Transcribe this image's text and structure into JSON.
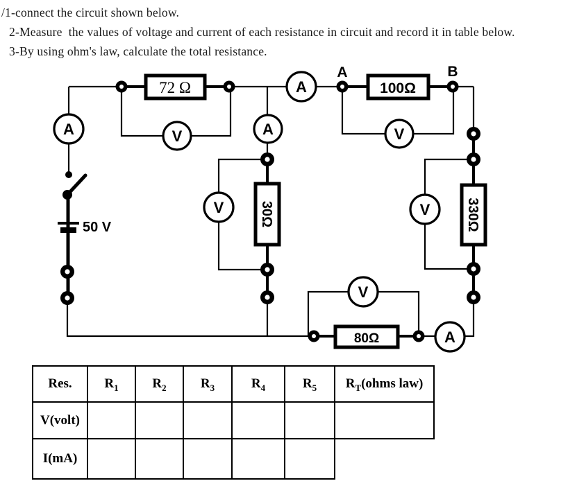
{
  "instructions": {
    "line1": "/1-connect the circuit shown below.",
    "line2": "2-Measure  the values of voltage and current of each resistance in circuit and record it in table below.",
    "line3": "3-By using ohm's law, calculate the total resistance."
  },
  "circuit": {
    "battery_label": "50 V",
    "node_labels": {
      "a": "A",
      "b": "B"
    },
    "meters": {
      "ammeter": "A",
      "voltmeter": "V"
    },
    "resistors": {
      "r1": "72 Ω",
      "r2": "100Ω",
      "r3": "30Ω",
      "r4": "330Ω",
      "r5": "80Ω"
    }
  },
  "table": {
    "headers": [
      {
        "pre": "Res.",
        "sub": "",
        "post": ""
      },
      {
        "pre": "R",
        "sub": "1",
        "post": ""
      },
      {
        "pre": "R",
        "sub": "2",
        "post": ""
      },
      {
        "pre": "R",
        "sub": "3",
        "post": ""
      },
      {
        "pre": "R",
        "sub": "4",
        "post": ""
      },
      {
        "pre": "R",
        "sub": "5",
        "post": ""
      },
      {
        "pre": "R",
        "sub": "T",
        "post": "(ohms law)"
      }
    ],
    "rows": [
      {
        "label": "V(volt)",
        "cells": [
          "",
          "",
          "",
          "",
          "",
          ""
        ]
      },
      {
        "label": "I(mA)",
        "cells": [
          "",
          "",
          "",
          "",
          ""
        ]
      }
    ]
  }
}
